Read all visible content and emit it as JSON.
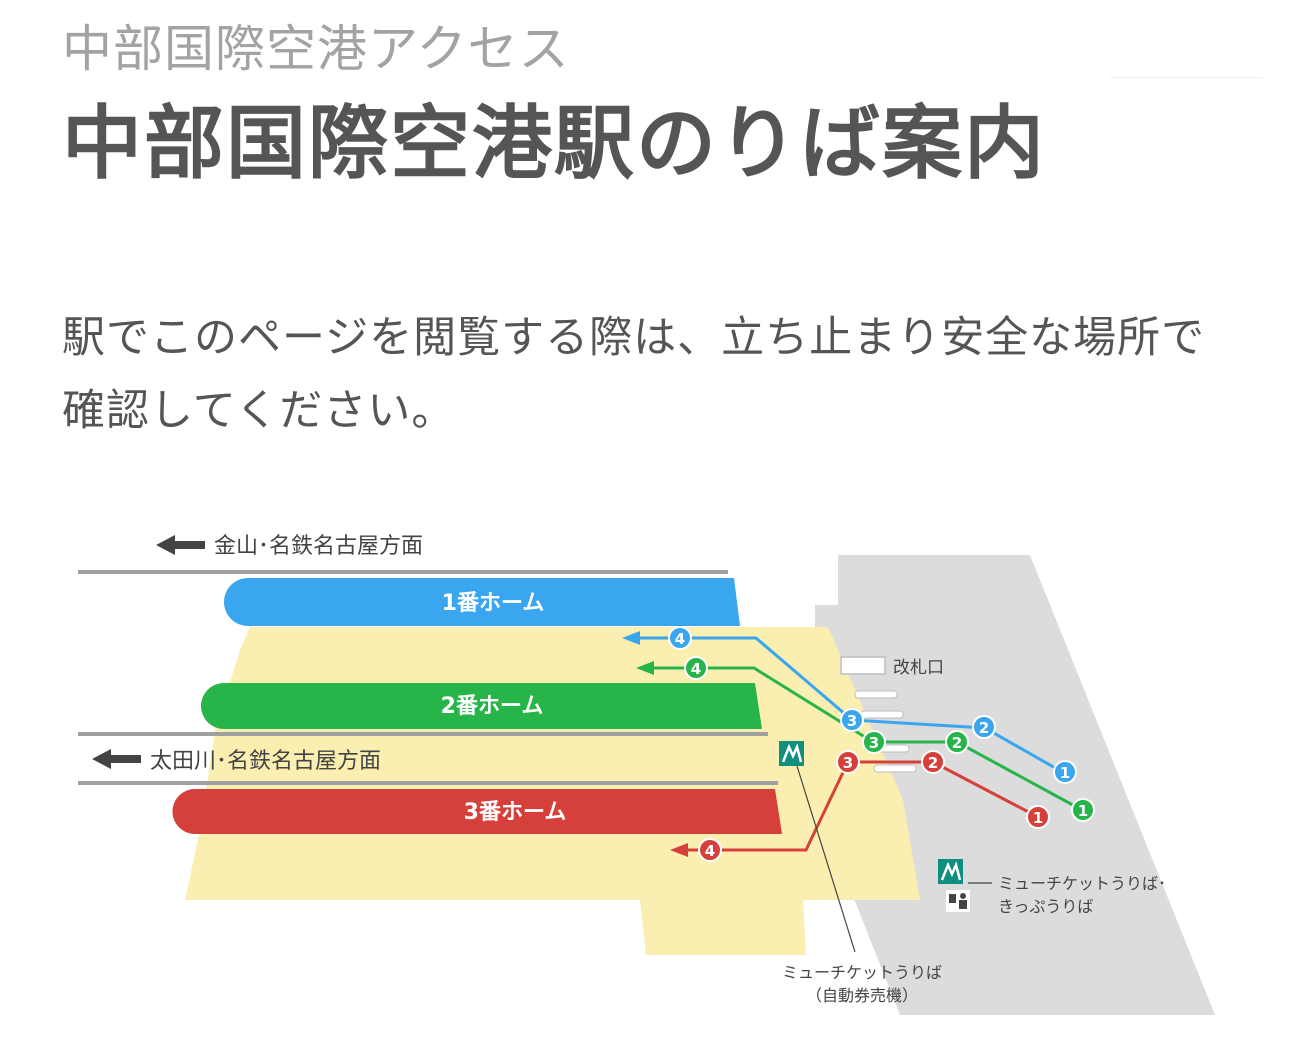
{
  "header": {
    "subtitle": "中部国際空港アクセス",
    "title": "中部国際空港駅のりば案内"
  },
  "notice": {
    "text": "駅でこのページを閲覧する際は、立ち止まり安全な場所で確認してください。"
  },
  "diagram": {
    "direction_upper": "金山･名鉄名古屋方面",
    "direction_lower": "太田川･名鉄名古屋方面",
    "platform_1": "1番ホーム",
    "platform_2": "2番ホーム",
    "platform_3": "3番ホーム",
    "gate_label": "改札口",
    "ticket_office_line1": "ミューチケットうりば･",
    "ticket_office_line2": "きっぷうりば",
    "vending_line1": "ミューチケットうりば",
    "vending_line2": "（自動券売機）",
    "markers": [
      "1",
      "2",
      "3",
      "4"
    ],
    "colors": {
      "platform_1": "#3aa6f0",
      "platform_2": "#27b54a",
      "platform_3": "#d6403a",
      "concourse": "#faeeb0",
      "station_gray": "#dcdcdc",
      "track": "#a0a0a0",
      "mu_ticket_icon": "#0e8f7f"
    }
  }
}
